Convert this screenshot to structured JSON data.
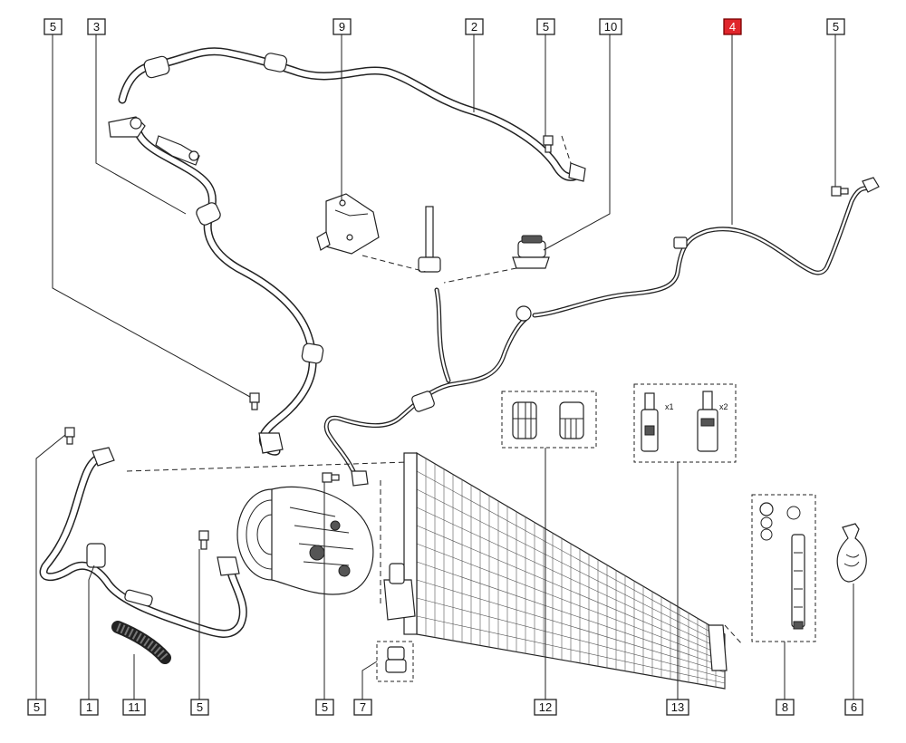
{
  "callouts": [
    {
      "id": "c-5a",
      "label": "5"
    },
    {
      "id": "c-3",
      "label": "3"
    },
    {
      "id": "c-9",
      "label": "9"
    },
    {
      "id": "c-2",
      "label": "2"
    },
    {
      "id": "c-5b",
      "label": "5"
    },
    {
      "id": "c-10",
      "label": "10"
    },
    {
      "id": "c-4",
      "label": "4",
      "highlight": true
    },
    {
      "id": "c-5c",
      "label": "5"
    },
    {
      "id": "c-5d",
      "label": "5"
    },
    {
      "id": "c-1",
      "label": "1"
    },
    {
      "id": "c-11",
      "label": "11"
    },
    {
      "id": "c-5e",
      "label": "5"
    },
    {
      "id": "c-5f",
      "label": "5"
    },
    {
      "id": "c-7",
      "label": "7"
    },
    {
      "id": "c-12",
      "label": "12"
    },
    {
      "id": "c-13",
      "label": "13"
    },
    {
      "id": "c-8",
      "label": "8"
    },
    {
      "id": "c-6",
      "label": "6"
    }
  ],
  "quantity_labels": {
    "valve_a": "x1",
    "valve_b": "x2"
  },
  "colors": {
    "highlight": "#e0262c",
    "line": "#222222"
  }
}
